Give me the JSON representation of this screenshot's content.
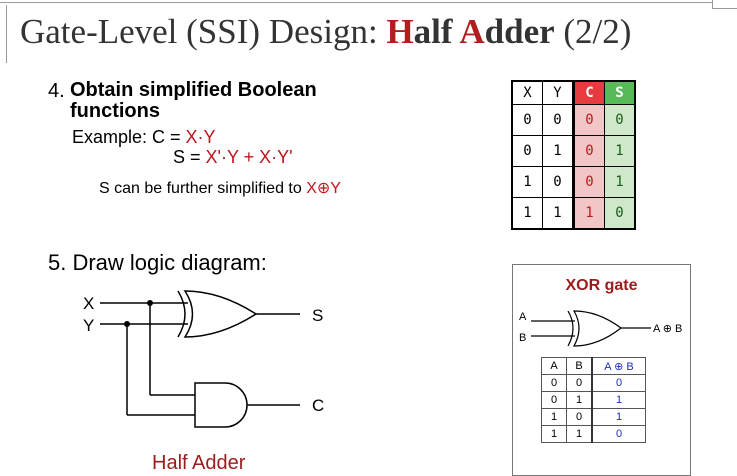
{
  "title": {
    "prefix": "Gate-Level (SSI) Design: ",
    "word1_initial": "H",
    "word1_rest": "alf ",
    "word2_initial": "A",
    "word2_rest": "dder",
    "suffix": " (2/2)"
  },
  "step4": {
    "number": "4.",
    "heading": "Obtain simplified Boolean functions",
    "example_label": "Example: C = ",
    "c_expr": "X·Y",
    "s_label": "S = ",
    "s_expr": "X'·Y + X·Y'",
    "further_text": "S can be further simplified to ",
    "further_expr": "X⊕Y"
  },
  "truth_table": {
    "headers": [
      "X",
      "Y",
      "C",
      "S"
    ],
    "rows": [
      [
        "0",
        "0",
        "0",
        "0"
      ],
      [
        "0",
        "1",
        "0",
        "1"
      ],
      [
        "1",
        "0",
        "0",
        "1"
      ],
      [
        "1",
        "1",
        "1",
        "0"
      ]
    ]
  },
  "step5": {
    "text": "5. Draw logic diagram:"
  },
  "circuit": {
    "input_x": "X",
    "input_y": "Y",
    "output_s": "S",
    "output_c": "C",
    "caption": "Half Adder"
  },
  "xor_panel": {
    "title": "XOR gate",
    "input_a": "A",
    "input_b": "B",
    "output": "A ⊕ B",
    "headers": [
      "A",
      "B",
      "A ⊕ B"
    ],
    "rows": [
      [
        "0",
        "0",
        "0"
      ],
      [
        "0",
        "1",
        "1"
      ],
      [
        "1",
        "0",
        "1"
      ],
      [
        "1",
        "1",
        "0"
      ]
    ]
  }
}
